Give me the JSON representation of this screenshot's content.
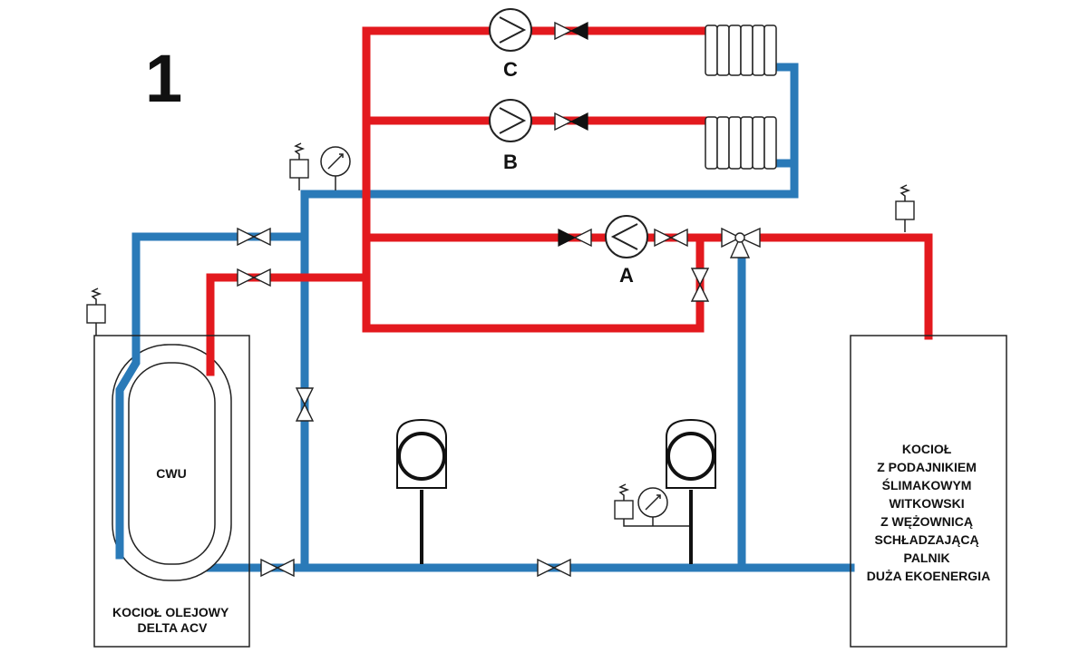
{
  "diagram_number": "1",
  "pumps": [
    {
      "id": "C",
      "label": "C"
    },
    {
      "id": "B",
      "label": "B"
    },
    {
      "id": "A",
      "label": "A"
    }
  ],
  "tank": {
    "inner_label": "CWU",
    "outer_label_lines": [
      "KOCIOŁ OLEJOWY",
      "DELTA ACV"
    ]
  },
  "boiler": {
    "label_lines": [
      "KOCIOŁ",
      "Z PODAJNIKIEM",
      "ŚLIMAKOWYM",
      "WITKOWSKI",
      "Z WĘŻOWNICĄ",
      "SCHŁADZAJĄCĄ",
      "PALNIK",
      "DUŻA EKOENERGIA"
    ]
  },
  "colors": {
    "hot_pipe": "#e3191e",
    "cold_pipe": "#2a7ab8",
    "outline": "#222222"
  }
}
